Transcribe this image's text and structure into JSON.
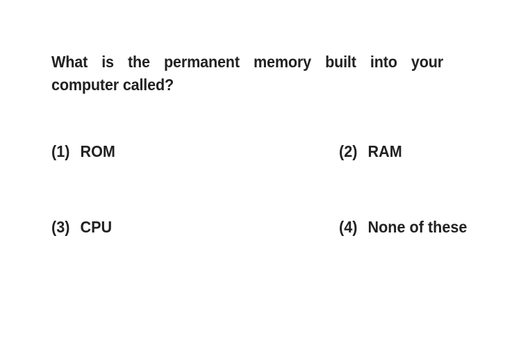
{
  "question": {
    "text": "What is the permanent memory built into your computer called?"
  },
  "options": [
    {
      "number": "(1)",
      "text": "ROM"
    },
    {
      "number": "(2)",
      "text": "RAM"
    },
    {
      "number": "(3)",
      "text": "CPU"
    },
    {
      "number": "(4)",
      "text": "None of these"
    }
  ]
}
